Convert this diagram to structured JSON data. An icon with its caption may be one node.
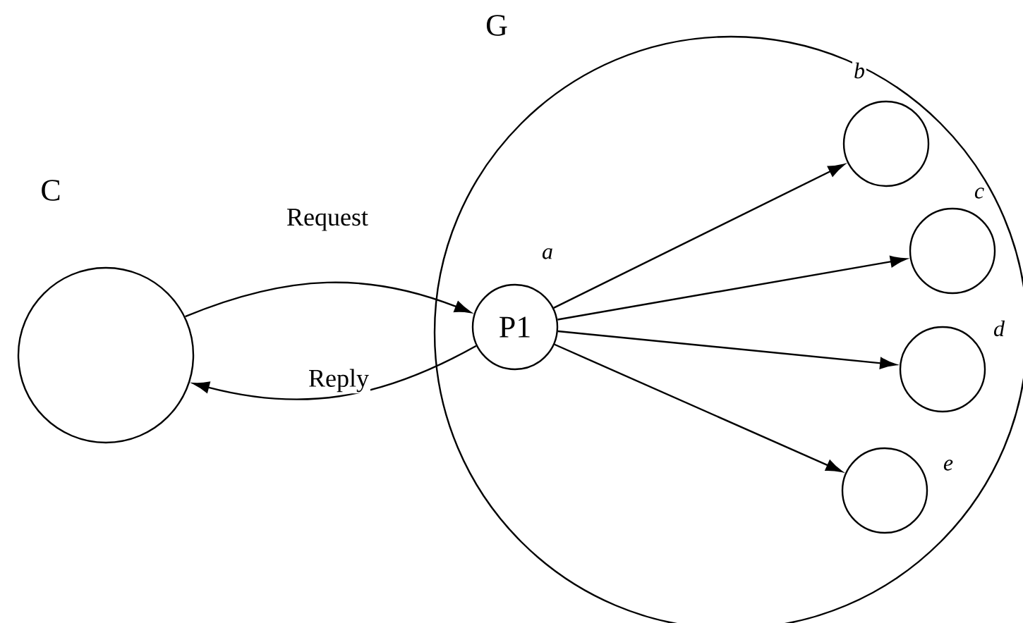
{
  "diagram": {
    "nodes": [
      {
        "text": [
          "C"
        ]
      },
      {
        "text": [
          "G"
        ]
      },
      {
        "text": [
          "P1"
        ],
        "beside": [
          "*a*"
        ],
        "in": 1
      },
      {
        "text": [],
        "shape": "circle",
        "beside": [
          "*b*"
        ],
        "in": 1
      },
      {
        "text": [],
        "shape": "circle",
        "beside": [
          "*c*"
        ],
        "in": 1
      },
      {
        "text": [],
        "shape": "circle",
        "beside": [
          "*d*"
        ],
        "in": 1
      },
      {
        "text": [],
        "shape": "circle",
        "beside": [
          "*e*"
        ],
        "in": 1
      }
    ],
    "edges": [
      {
        "from": 0,
        "to": 2,
        "arrow": "to",
        "label": "Request"
      },
      {
        "from": 2,
        "to": 0,
        "arrow": "to",
        "label": "Reply"
      },
      {
        "from": 2,
        "to": 3,
        "arrow": "to"
      },
      {
        "from": 2,
        "to": 4,
        "arrow": "to"
      },
      {
        "from": 2,
        "to": 5,
        "arrow": "to"
      },
      {
        "from": 2,
        "to": 6,
        "arrow": "to"
      }
    ]
  }
}
